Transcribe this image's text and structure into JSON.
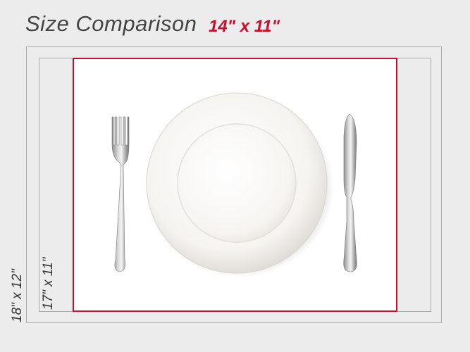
{
  "header": {
    "title": "Size Comparison",
    "current_size": "14\" x 11\""
  },
  "sizes": {
    "outer_label": "18\" x 12\"",
    "mid_label": "17\" x 11\"",
    "inner_label": "14\" x 11\""
  },
  "colors": {
    "background": "#ececec",
    "accent": "#c8102e",
    "outline": "#a9a9a9",
    "placemat": "#ffffff"
  },
  "icons": {
    "fork": "fork-icon",
    "plate": "plate-icon",
    "knife": "knife-icon"
  }
}
